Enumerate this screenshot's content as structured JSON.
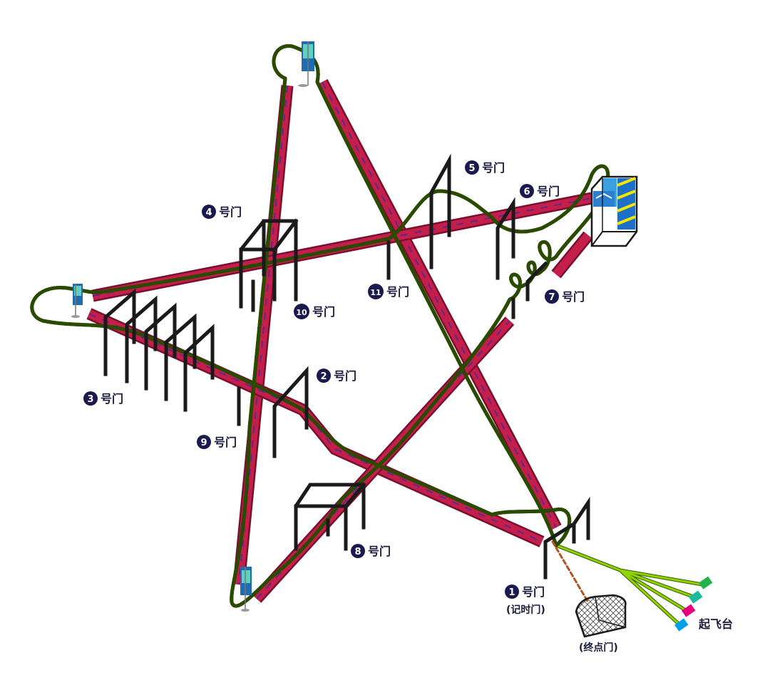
{
  "gates": [
    {
      "id": "gate-1",
      "num": "1",
      "label": "号门",
      "sub": "(记时门)"
    },
    {
      "id": "gate-2",
      "num": "2",
      "label": "号门"
    },
    {
      "id": "gate-3",
      "num": "3",
      "label": "号门"
    },
    {
      "id": "gate-4",
      "num": "4",
      "label": "号门"
    },
    {
      "id": "gate-5",
      "num": "5",
      "label": "号门"
    },
    {
      "id": "gate-6",
      "num": "6",
      "label": "号门"
    },
    {
      "id": "gate-7",
      "num": "7",
      "label": "号门"
    },
    {
      "id": "gate-8",
      "num": "8",
      "label": "号门"
    },
    {
      "id": "gate-9",
      "num": "9",
      "label": "号门"
    },
    {
      "id": "gate-10",
      "num": "10",
      "label": "号门"
    },
    {
      "id": "gate-11",
      "num": "11",
      "label": "号门"
    }
  ],
  "finish_gate": {
    "label": "(终点门)"
  },
  "launch_pad": {
    "label": "起飞台",
    "pad_colors": [
      "#22b14c",
      "#1abc9c",
      "#e6007e",
      "#00a0e9"
    ]
  },
  "colors": {
    "track": "#c41e4a",
    "track_dark": "#7a1030",
    "track_edge": "#e03060",
    "flight_path": "#8fd400",
    "gate_frame": "#1a1a1a",
    "badge": "#1a1a4e",
    "finish_line": "#b3541e"
  },
  "icons": {
    "flag": "flag-banner-icon",
    "box": "start-box-icon",
    "net": "goal-net-icon"
  }
}
